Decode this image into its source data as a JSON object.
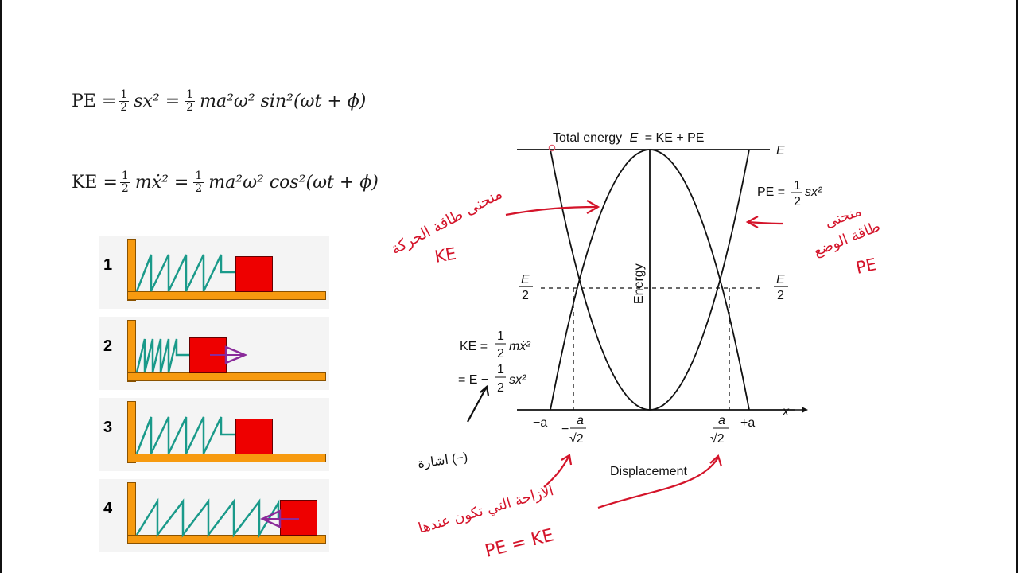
{
  "equations": {
    "pe": {
      "lhs": "PE =",
      "frac": [
        "1",
        "2"
      ],
      "t1": "sx² =",
      "t2": "ma²ω² sin²(ωt + ϕ)"
    },
    "ke": {
      "lhs": "KE =",
      "frac": [
        "1",
        "2"
      ],
      "t1": "mẋ² =",
      "t2": "ma²ω² cos²(ωt + ϕ)"
    }
  },
  "springs": {
    "panels": [
      {
        "number": "1",
        "arrow": "none"
      },
      {
        "number": "2",
        "arrow": "right"
      },
      {
        "number": "3",
        "arrow": "none"
      },
      {
        "number": "4",
        "arrow": "left"
      }
    ],
    "colors": {
      "spring": "#1a9a8a",
      "mass": "#ee0000",
      "frame": "#f79a0f",
      "arrow": "#8a2a9a"
    }
  },
  "graph": {
    "title_prefix": "Total energy",
    "title_e": "E",
    "title_suffix": "= KE + PE",
    "e_right": "E",
    "energy_axis": "Energy",
    "x_axis": "x",
    "displacement": "Displacement",
    "half_e_num": "E",
    "half_e_den": "2",
    "pe_label": {
      "lhs": "PE =",
      "num": "1",
      "den": "2",
      "rhs": "sx²"
    },
    "ke_label": {
      "lhs": "KE =",
      "num": "1",
      "den": "2",
      "rhs": "mẋ²",
      "line2_lhs": "= E −",
      "line2_num": "1",
      "line2_den": "2",
      "line2_rhs": "sx²"
    },
    "ticks": {
      "minus_a": "−a",
      "plus_a": "+a",
      "minus_frac_num": "a",
      "minus_frac_den": "√2",
      "minus_sign": "−",
      "plus_frac_num": "a",
      "plus_frac_den": "√2"
    },
    "chart_data": {
      "type": "line",
      "xlabel": "Displacement",
      "ylabel": "Energy",
      "series": [
        {
          "name": "KE",
          "formula": "E − ½ s x²"
        },
        {
          "name": "PE",
          "formula": "½ s x²"
        }
      ]
    }
  },
  "annotations": {
    "ke_curve": [
      "منحنى طاقة الحركة",
      "KE"
    ],
    "pe_curve": [
      "منحنى",
      "طاقة الوضع",
      "PE"
    ],
    "sign": "اشارة (−)",
    "equal": [
      "الازاحة التي تكون عندها",
      "PE = KE"
    ],
    "color": "#d4142a"
  }
}
